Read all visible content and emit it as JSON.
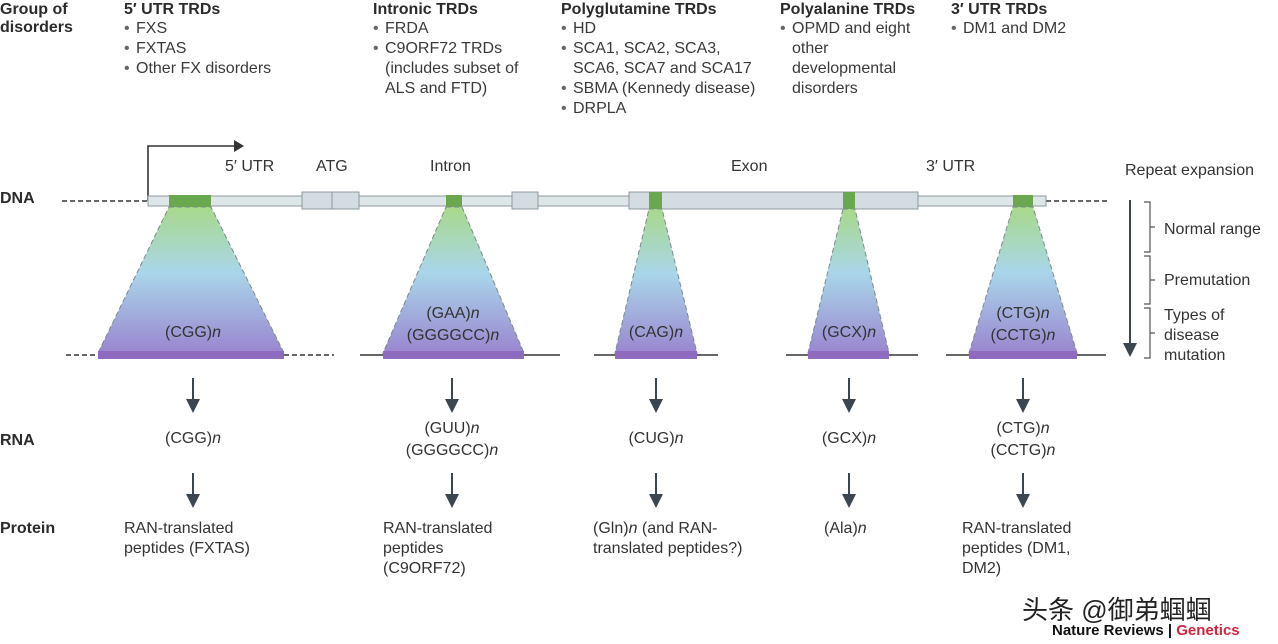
{
  "header": {
    "group_label": "Group of\ndisorders",
    "groups": [
      {
        "title": "5′ UTR TRDs",
        "items": [
          "FXS",
          "FXTAS",
          "Other FX disorders"
        ]
      },
      {
        "title": "Intronic TRDs",
        "items": [
          "FRDA",
          "C9ORF72 TRDs (includes subset of ALS and FTD)"
        ]
      },
      {
        "title": "Polyglutamine TRDs",
        "items": [
          "HD",
          "SCA1, SCA2, SCA3, SCA6, SCA7 and SCA17",
          "SBMA (Kennedy disease)",
          "DRPLA"
        ]
      },
      {
        "title": "Polyalanine TRDs",
        "items": [
          "OPMD and eight other developmental disorders"
        ]
      },
      {
        "title": "3′ UTR TRDs",
        "items": [
          "DM1 and DM2"
        ]
      }
    ]
  },
  "gene": {
    "labels": [
      "5′ UTR",
      "ATG",
      "Intron",
      "Exon",
      "3′ UTR"
    ]
  },
  "rows": {
    "dna": "DNA",
    "rna": "RNA",
    "protein": "Protein"
  },
  "legend": {
    "title": "Repeat expansion",
    "items": [
      "Normal range",
      "Premutation",
      "Types of disease mutation"
    ]
  },
  "columns": [
    {
      "dna": [
        "(CGG)n"
      ],
      "rna": [
        "(CGG)n"
      ],
      "protein": "RAN-translated peptides (FXTAS)"
    },
    {
      "dna": [
        "(GAA)n",
        "(GGGGCC)n"
      ],
      "rna": [
        "(GUU)n",
        "(GGGGCC)n"
      ],
      "protein": "RAN-translated peptides (C9ORF72)"
    },
    {
      "dna": [
        "(CAG)n"
      ],
      "rna": [
        "(CUG)n"
      ],
      "protein": "(Gln)n (and RAN-translated peptides?)"
    },
    {
      "dna": [
        "(GCX)n"
      ],
      "rna": [
        "(GCX)n"
      ],
      "protein": "(Ala)n"
    },
    {
      "dna": [
        "(CTG)n",
        "(CCTG)n"
      ],
      "rna": [
        "(CTG)n",
        "(CCTG)n"
      ],
      "protein": "RAN-translated peptides (DM1, DM2)"
    }
  ],
  "footer": {
    "watermark": "头条 @御弟蝈蝈",
    "journal": "Nature Reviews",
    "section": "Genetics"
  },
  "colors": {
    "green": "#6aa84f",
    "purple": "#8e6bbf",
    "gene_fill": "#d6dfe3",
    "gene_stroke": "#8e9aa0",
    "arrow": "#3b4650",
    "footer_red": "#d0263c"
  }
}
